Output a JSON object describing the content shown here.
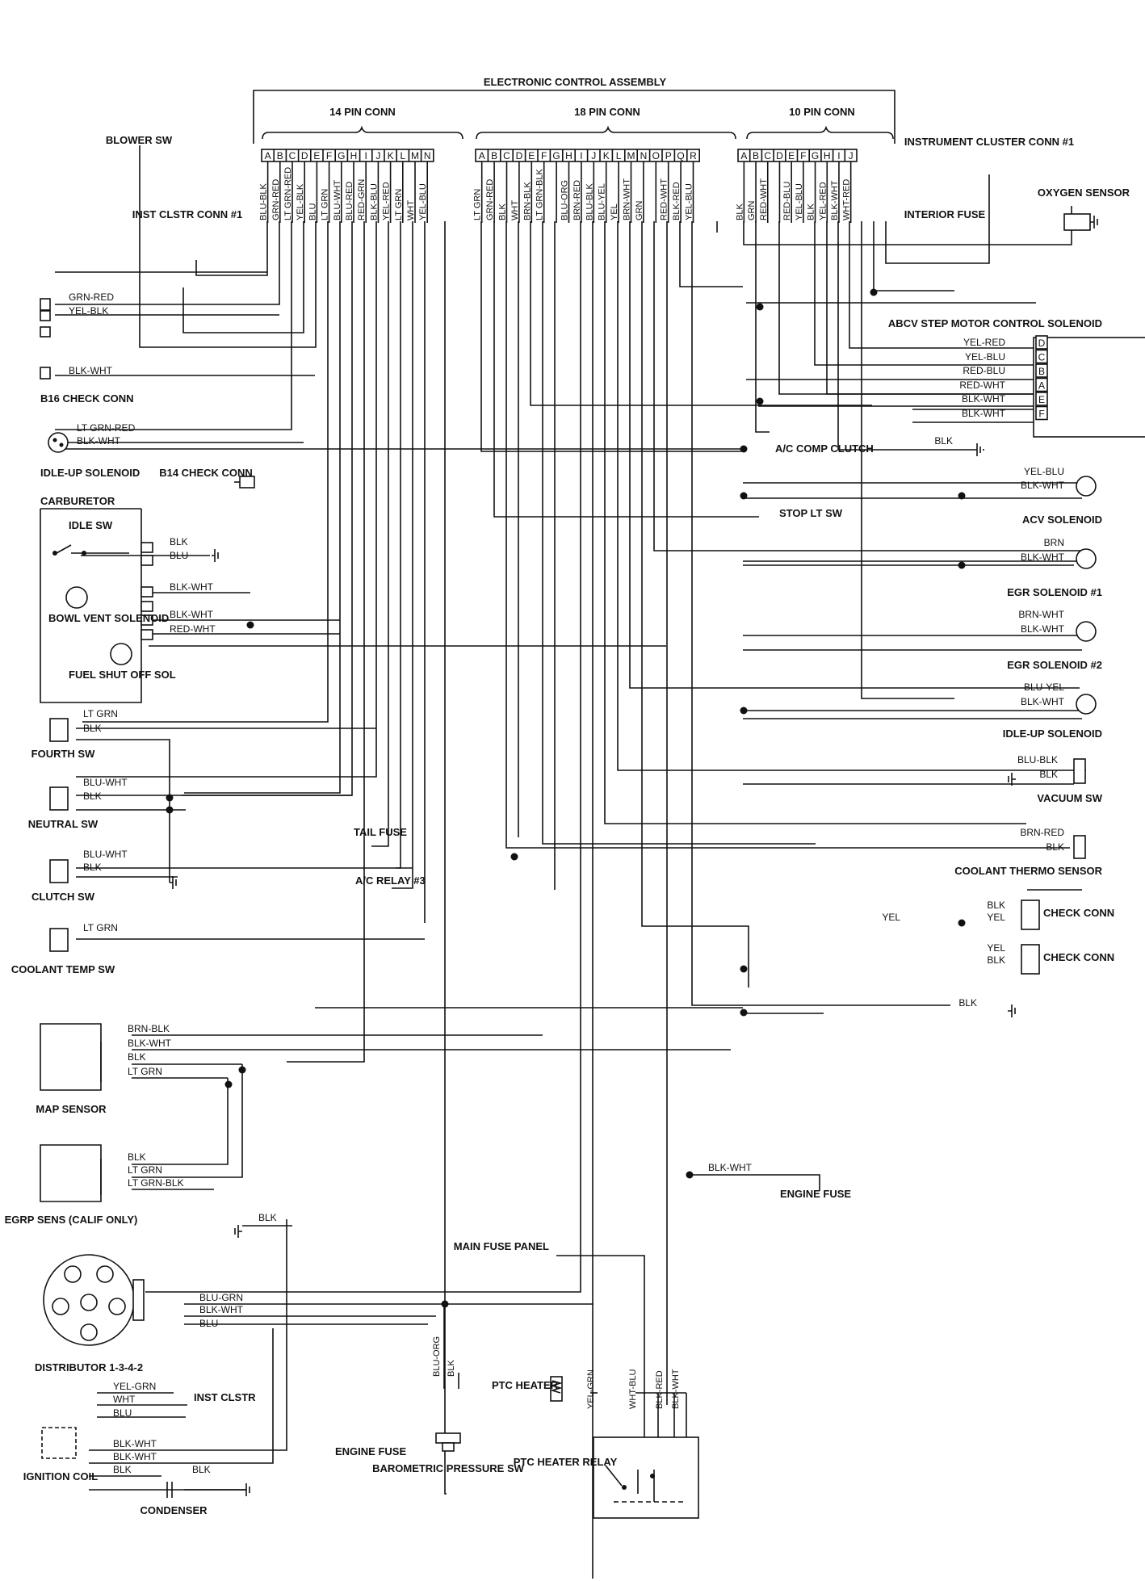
{
  "title": "ELECTRONIC CONTROL ASSEMBLY",
  "connectors": [
    {
      "name": "14 PIN CONN",
      "pins": [
        "A",
        "B",
        "C",
        "D",
        "E",
        "F",
        "G",
        "H",
        "I",
        "J",
        "K",
        "L",
        "M",
        "N"
      ],
      "wires": [
        "BLU-BLK",
        "GRN-RED",
        "LT GRN-RED",
        "YEL-BLK",
        "BLU",
        "LT GRN",
        "BLU-WHT",
        "BLU-RED",
        "RED-GRN",
        "BLK-BLU",
        "YEL-RED",
        "LT GRN",
        "WHT",
        "YEL-BLU"
      ]
    },
    {
      "name": "18 PIN CONN",
      "pins": [
        "A",
        "B",
        "C",
        "D",
        "E",
        "F",
        "G",
        "H",
        "I",
        "J",
        "K",
        "L",
        "M",
        "N",
        "O",
        "P",
        "Q",
        "R"
      ],
      "wires": [
        "LT GRN",
        "GRN-RED",
        "BLK",
        "WHT",
        "BRN-BLK",
        "LT GRN-BLK",
        "",
        "BLU-ORG",
        "BRN-RED",
        "BLU-BLK",
        "BLU-YEL",
        "YEL",
        "BRN-WHT",
        "GRN",
        "",
        "RED-WHT",
        "BLK-RED",
        "YEL-BLU"
      ]
    },
    {
      "name": "10 PIN CONN",
      "pins": [
        "A",
        "B",
        "C",
        "D",
        "E",
        "F",
        "G",
        "H",
        "I",
        "J"
      ],
      "wires": [
        "BLK",
        "GRN",
        "RED-WHT",
        "",
        "RED-BLU",
        "YEL-BLU",
        "BLK",
        "YEL-RED",
        "BLK-WHT",
        "WHT-RED"
      ]
    }
  ],
  "components": {
    "blower_sw": "BLOWER SW",
    "inst_clstr_conn": "INST CLSTR CONN #1",
    "instrument_cluster": "INSTRUMENT CLUSTER CONN #1",
    "interior_fuse": "INTERIOR FUSE",
    "oxygen_sensor": "OXYGEN SENSOR",
    "abcv": "ABCV STEP MOTOR CONTROL SOLENOID",
    "abcv_pins": [
      "D",
      "C",
      "B",
      "A",
      "E",
      "F"
    ],
    "b16": "B16 CHECK CONN",
    "idle_up_left": "IDLE-UP SOLENOID",
    "b14": "B14 CHECK CONN",
    "carburetor": "CARBURETOR",
    "idle_sw": "IDLE SW",
    "bowl_vent": "BOWL VENT SOLENOID",
    "fuel_shut": "FUEL SHUT OFF SOL",
    "ac_comp": "A/C COMP CLUTCH",
    "acv": "ACV SOLENOID",
    "stop_lt": "STOP LT SW",
    "egr1": "EGR SOLENOID #1",
    "egr2": "EGR SOLENOID #2",
    "idle_up_right": "IDLE-UP SOLENOID",
    "vacuum_sw": "VACUUM SW",
    "coolant_thermo": "COOLANT THERMO SENSOR",
    "check_conn": "CHECK CONN",
    "fourth_sw": "FOURTH SW",
    "neutral_sw": "NEUTRAL SW",
    "clutch_sw": "CLUTCH SW",
    "coolant_temp": "COOLANT TEMP SW",
    "tail_fuse": "TAIL FUSE",
    "ac_relay": "A/C RELAY #3",
    "map_sensor": "MAP SENSOR",
    "egrp_sens": "EGRP SENS (CALIF ONLY)",
    "engine_fuse": "ENGINE FUSE",
    "main_fuse": "MAIN FUSE PANEL",
    "distributor": "DISTRIBUTOR 1-3-4-2",
    "inst_clstr": "INST CLSTR",
    "ignition_coil": "IGNITION COIL",
    "condenser": "CONDENSER",
    "baro": "BAROMETRIC PRESSURE SW",
    "ptc_heater": "PTC HEATER",
    "ptc_relay": "PTC HEATER RELAY"
  },
  "wire_labels": {
    "grn_red": "GRN-RED",
    "yel_blk": "YEL-BLK",
    "blk_wht": "BLK-WHT",
    "lt_grn_red": "LT GRN-RED",
    "blk": "BLK",
    "blu": "BLU",
    "red_wht": "RED-WHT",
    "lt_grn": "LT GRN",
    "blu_wht": "BLU-WHT",
    "yel_red": "YEL-RED",
    "yel_blu": "YEL-BLU",
    "red_blu": "RED-BLU",
    "brn": "BRN",
    "brn_wht": "BRN-WHT",
    "blu_yel": "BLU-YEL",
    "blu_blk": "BLU-BLK",
    "brn_red": "BRN-RED",
    "yel": "YEL",
    "brn_blk": "BRN-BLK",
    "lt_grn_blk": "LT GRN-BLK",
    "blu_grn": "BLU-GRN",
    "yel_grn": "YEL-GRN",
    "wht": "WHT",
    "blu_org": "BLU-ORG",
    "wht_blu": "WHT-BLU",
    "blk_red": "BLK-RED"
  }
}
